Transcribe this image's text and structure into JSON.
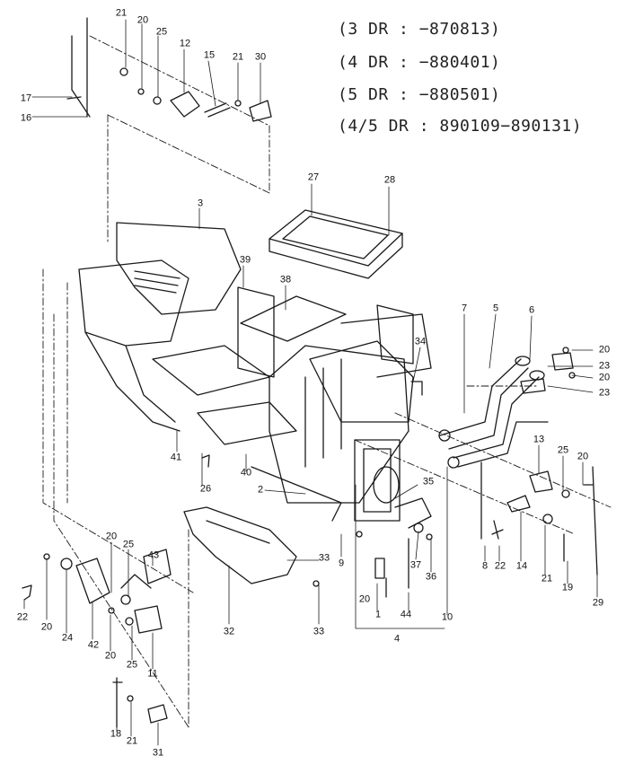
{
  "header": {
    "lines": [
      "(3 DR : −870813)",
      "(4 DR : −880401)",
      "(5 DR : −880501)",
      "(4/5 DR : 890109−890131)"
    ]
  },
  "callouts": [
    "1",
    "2",
    "3",
    "4",
    "5",
    "6",
    "7",
    "8",
    "9",
    "10",
    "11",
    "12",
    "13",
    "14",
    "15",
    "16",
    "17",
    "18",
    "19",
    "20",
    "21",
    "22",
    "23",
    "24",
    "25",
    "26",
    "27",
    "28",
    "29",
    "30",
    "31",
    "32",
    "33",
    "34",
    "35",
    "36",
    "37",
    "38",
    "39",
    "40",
    "41",
    "42",
    "43",
    "44"
  ],
  "colors": {
    "ink": "#1a1a1a",
    "background": "#ffffff"
  }
}
